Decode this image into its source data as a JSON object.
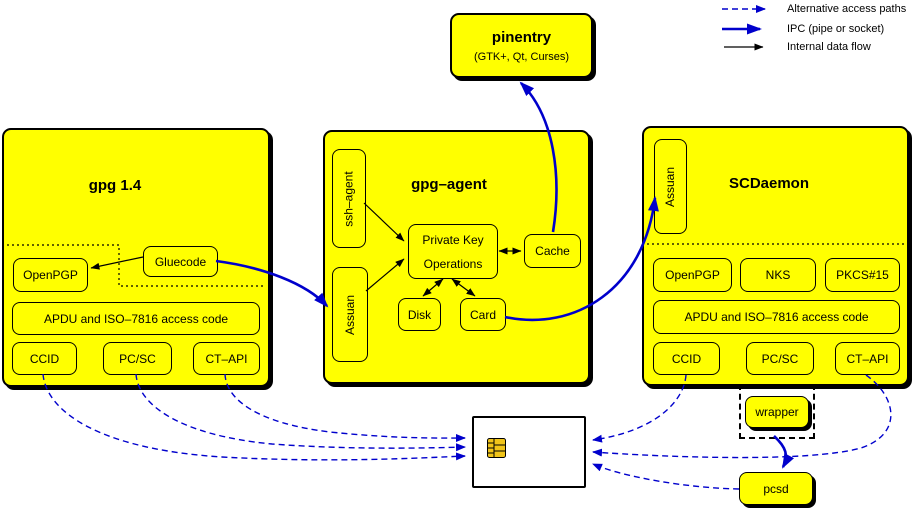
{
  "legend": {
    "items": [
      {
        "label": "Alternative access paths",
        "style": "dashed-blue-arrow"
      },
      {
        "label": "IPC (pipe or socket)",
        "style": "thick-blue-arrow"
      },
      {
        "label": "Internal data flow",
        "style": "black-arrow"
      }
    ]
  },
  "pinentry": {
    "title": "pinentry",
    "subtitle": "(GTK+, Qt, Curses)"
  },
  "gpg14": {
    "title": "gpg 1.4",
    "openpgp": "OpenPGP",
    "gluecode": "Gluecode",
    "apdu": "APDU and ISO–7816 access code",
    "ccid": "CCID",
    "pcsc": "PC/SC",
    "ctapi": "CT–API"
  },
  "gpgagent": {
    "title": "gpg–agent",
    "ssh_agent": "ssh–agent",
    "assuan": "Assuan",
    "pko_line1": "Private Key",
    "pko_line2": "Operations",
    "cache": "Cache",
    "disk": "Disk",
    "card": "Card"
  },
  "scdaemon": {
    "title": "SCDaemon",
    "assuan": "Assuan",
    "openpgp": "OpenPGP",
    "nks": "NKS",
    "pkcs15": "PKCS#15",
    "apdu": "APDU and ISO–7816 access code",
    "ccid": "CCID",
    "pcsc": "PC/SC",
    "ctapi": "CT–API"
  },
  "peripherals": {
    "wrapper": "wrapper",
    "pcsd": "pcsd",
    "smartcard_icon": "chip-contact-pads-icon"
  },
  "colors": {
    "box_fill": "#ffff00",
    "blue": "#0000cc",
    "black": "#000000",
    "chip_gold": "#f0c419",
    "card_fill": "#ffffff"
  }
}
